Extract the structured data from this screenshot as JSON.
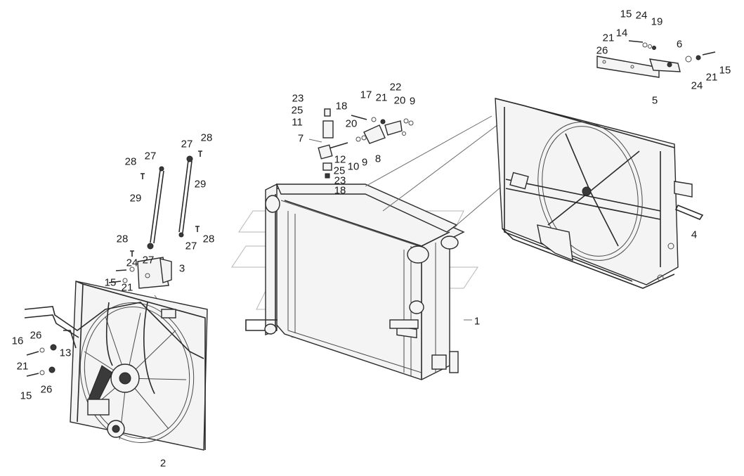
{
  "callouts": [
    {
      "id": "c1",
      "text": "1"
    },
    {
      "id": "c2",
      "text": "2"
    },
    {
      "id": "c3",
      "text": "3"
    },
    {
      "id": "c4",
      "text": "4"
    },
    {
      "id": "c5",
      "text": "5"
    },
    {
      "id": "c6",
      "text": "6"
    },
    {
      "id": "c7",
      "text": "7"
    },
    {
      "id": "c8",
      "text": "8"
    },
    {
      "id": "c9a",
      "text": "9"
    },
    {
      "id": "c9b",
      "text": "9"
    },
    {
      "id": "c10",
      "text": "10"
    },
    {
      "id": "c11",
      "text": "11"
    },
    {
      "id": "c12",
      "text": "12"
    },
    {
      "id": "c13",
      "text": "13"
    },
    {
      "id": "c14",
      "text": "14"
    },
    {
      "id": "c15a",
      "text": "15"
    },
    {
      "id": "c15b",
      "text": "15"
    },
    {
      "id": "c15c",
      "text": "15"
    },
    {
      "id": "c15d",
      "text": "15"
    },
    {
      "id": "c16",
      "text": "16"
    },
    {
      "id": "c17",
      "text": "17"
    },
    {
      "id": "c18a",
      "text": "18"
    },
    {
      "id": "c18b",
      "text": "18"
    },
    {
      "id": "c19",
      "text": "19"
    },
    {
      "id": "c20a",
      "text": "20"
    },
    {
      "id": "c20b",
      "text": "20"
    },
    {
      "id": "c21a",
      "text": "21"
    },
    {
      "id": "c21b",
      "text": "21"
    },
    {
      "id": "c21c",
      "text": "21"
    },
    {
      "id": "c21d",
      "text": "21"
    },
    {
      "id": "c21e",
      "text": "21"
    },
    {
      "id": "c22",
      "text": "22"
    },
    {
      "id": "c23a",
      "text": "23"
    },
    {
      "id": "c23b",
      "text": "23"
    },
    {
      "id": "c24a",
      "text": "24"
    },
    {
      "id": "c24b",
      "text": "24"
    },
    {
      "id": "c24c",
      "text": "24"
    },
    {
      "id": "c25a",
      "text": "25"
    },
    {
      "id": "c25b",
      "text": "25"
    },
    {
      "id": "c26a",
      "text": "26"
    },
    {
      "id": "c26b",
      "text": "26"
    },
    {
      "id": "c26c",
      "text": "26"
    },
    {
      "id": "c27a",
      "text": "27"
    },
    {
      "id": "c27b",
      "text": "27"
    },
    {
      "id": "c27c",
      "text": "27"
    },
    {
      "id": "c27d",
      "text": "27"
    },
    {
      "id": "c28a",
      "text": "28"
    },
    {
      "id": "c28b",
      "text": "28"
    },
    {
      "id": "c28c",
      "text": "28"
    },
    {
      "id": "c28d",
      "text": "28"
    },
    {
      "id": "c29a",
      "text": "29"
    },
    {
      "id": "c29b",
      "text": "29"
    }
  ]
}
